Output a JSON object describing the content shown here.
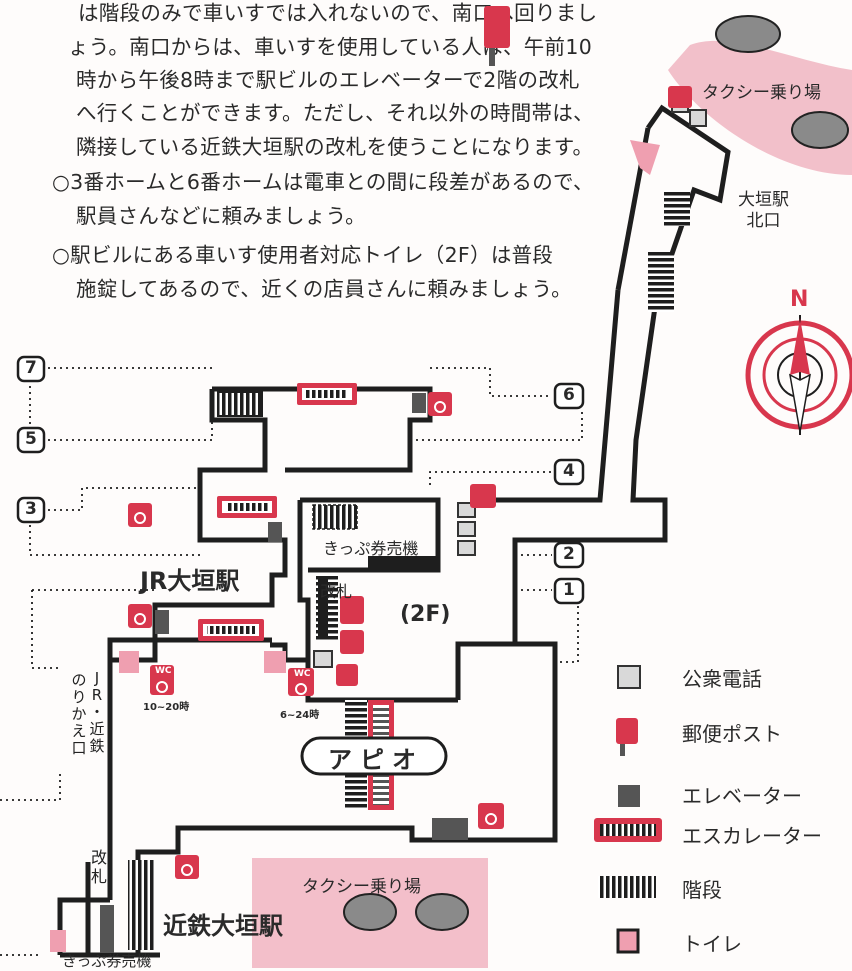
{
  "notes": {
    "lines": [
      "は階段のみで車いすでは入れないので、南口へ回りまし",
      "ょう。南口からは、車いすを使用している人は、午前10",
      "時から午後8時まで駅ビルのエレベーターで2階の改札",
      "へ行くことができます。ただし、それ以外の時間帯は、",
      "隣接している近鉄大垣駅の改札を使うことになります。",
      "○3番ホームと6番ホームは電車との間に段差があるので、",
      "駅員さんなどに頼みましょう。",
      "○駅ビルにある車いす使用者対応トイレ（2F）は普段",
      "施錠してあるので、近くの店員さんに頼みましょう。"
    ]
  },
  "map": {
    "north_label": "N",
    "taxi_north": "タクシー乗り場",
    "north_exit": [
      "大垣駅",
      "北口"
    ],
    "ticket_machine_upper": "きっぷ券売機",
    "ticket_gate": "改札",
    "floor_label": "(2F)",
    "jr_station": "JR大垣駅",
    "transfer_gate": [
      "J",
      "R",
      "・",
      "近",
      "鉄"
    ],
    "transfer_gate_2": [
      "の",
      "り",
      "か",
      "え",
      "口"
    ],
    "toilet_hours_left": "10~20時",
    "toilet_hours_right": "6~24時",
    "apio": "アピオ",
    "kintetsu_gate": "改札",
    "kintetsu_station": "近鉄大垣駅",
    "taxi_south": "タクシー乗り場",
    "ticket_machine_lower": "きっぷ券売機",
    "wc_label": "WC",
    "platforms": [
      "7",
      "5",
      "3",
      "6",
      "4",
      "2",
      "1"
    ]
  },
  "legend": {
    "items": [
      {
        "icon": "payphone-icon",
        "label": "公衆電話"
      },
      {
        "icon": "postbox-icon",
        "label": "郵便ポスト"
      },
      {
        "icon": "elevator-icon",
        "label": "エレベーター"
      },
      {
        "icon": "escalator-icon",
        "label": "エスカレーター"
      },
      {
        "icon": "stairs-icon",
        "label": "階段"
      },
      {
        "icon": "toilet-icon",
        "label": "トイレ"
      }
    ]
  },
  "colors": {
    "pink": "#e8a3b0",
    "pink_light": "#f3c9d1",
    "red": "#d8374d",
    "line": "#1e1e1e"
  }
}
